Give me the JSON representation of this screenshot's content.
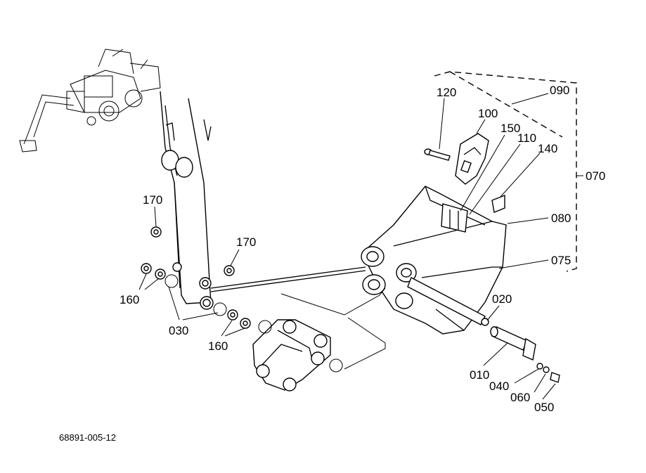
{
  "diagram": {
    "code": "68891-005-12",
    "labels": {
      "p010": "010",
      "p020": "020",
      "p030": "030",
      "p040": "040",
      "p050": "050",
      "p060": "060",
      "p070": "070",
      "p075": "075",
      "p080": "080",
      "p090": "090",
      "p100": "100",
      "p110": "110",
      "p120": "120",
      "p140": "140",
      "p150": "150",
      "p160a": "160",
      "p160b": "160",
      "p170a": "170",
      "p170b": "170"
    }
  }
}
